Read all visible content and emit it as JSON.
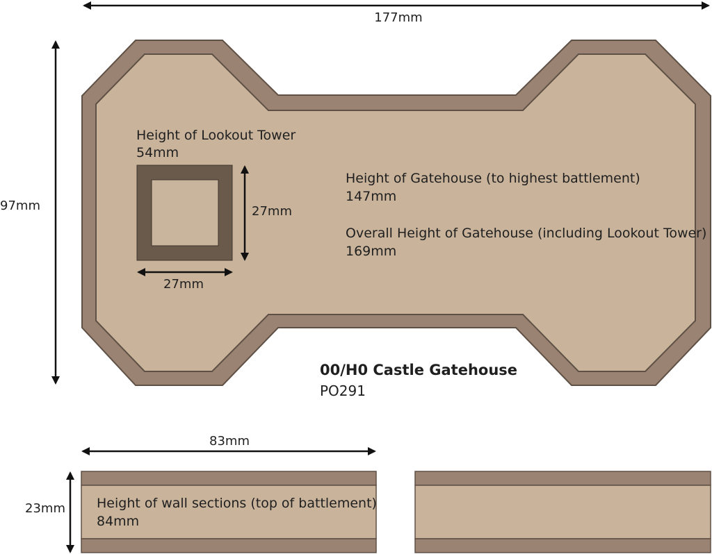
{
  "colors": {
    "outer_wall": "#9a8372",
    "wall_edge": "#5f5045",
    "floor": "#c9b49b",
    "tower_frame": "#6a5a4c",
    "tower_inner": "#c9b59e",
    "line": "#111111"
  },
  "dimensions": {
    "overall_width": "177mm",
    "overall_depth": "97mm",
    "tower_height_label": "27mm",
    "tower_width_label": "27mm",
    "wall_width": "83mm",
    "wall_depth": "23mm"
  },
  "lookout_tower": {
    "title": "Height of Lookout Tower",
    "value": "54mm"
  },
  "gatehouse": {
    "height_title": "Height of Gatehouse (to highest battlement)",
    "height_value": "147mm",
    "overall_title": "Overall Height of Gatehouse (including Lookout Tower)",
    "overall_value": "169mm"
  },
  "product": {
    "name": "00/H0 Castle Gatehouse",
    "code": "PO291"
  },
  "wall_sections": {
    "title": "Height of wall sections (top of battlement)",
    "value": "84mm"
  }
}
